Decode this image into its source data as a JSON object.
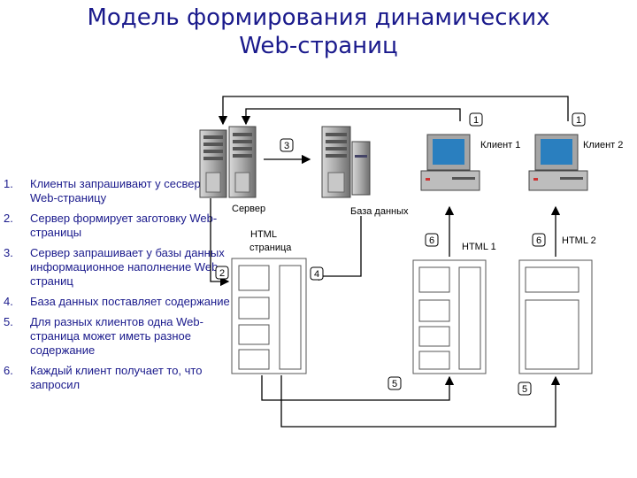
{
  "title": {
    "line1": "Модель формирования динамических",
    "line2": "Web-страниц"
  },
  "steps": [
    {
      "num": "1.",
      "text": "Клиенты запрашивают у сесвера Web-страницу"
    },
    {
      "num": "2.",
      "text": "Сервер формирует заготовку Web-страницы"
    },
    {
      "num": "3.",
      "text": "Сервер запрашивает у базы данных информационное наполнение Web-страниц"
    },
    {
      "num": "4.",
      "text": "База данных поставляет содержание"
    },
    {
      "num": "5.",
      "text": "Для разных клиентов одна Web-страница может иметь разное содержание"
    },
    {
      "num": "6.",
      "text": "Каждый клиент получает то, что запросил"
    }
  ],
  "diagram": {
    "server_label": "Сервер",
    "db_label": "База данных",
    "client1_label": "Клиент 1",
    "client2_label": "Клиент 2",
    "html_page_line1": "HTML",
    "html_page_line2": "страница",
    "html1_label": "HTML 1",
    "html2_label": "HTML 2",
    "badges": {
      "b1a": "1",
      "b1b": "1",
      "b2": "2",
      "b3": "3",
      "b4": "4",
      "b5a": "5",
      "b5b": "5",
      "b6a": "6",
      "b6b": "6"
    }
  },
  "colors": {
    "title": "#1a1a8c",
    "text": "#1a1a8c",
    "server_gray": "#8a8a8a",
    "monitor_screen": "#2a7fbf",
    "page_border": "#555555"
  }
}
